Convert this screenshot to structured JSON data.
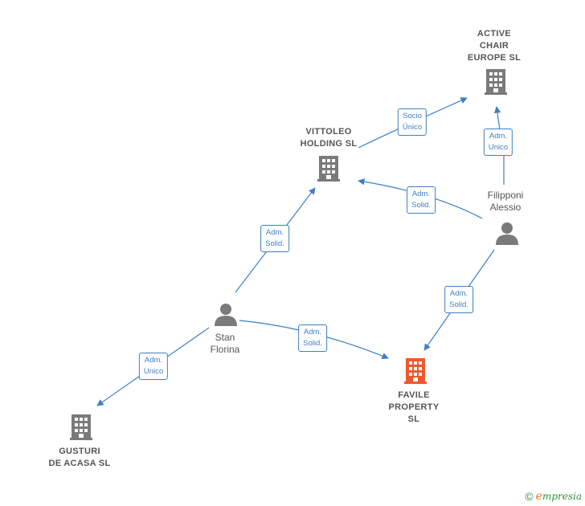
{
  "colors": {
    "edge": "#3d7fc4",
    "icon": "#7a7a7a",
    "highlight": "#f0582b",
    "label": "#555555"
  },
  "nodes": {
    "active_chair": {
      "label": "ACTIVE\nCHAIR\nEUROPE  SL",
      "icon": "building-icon"
    },
    "vittoleo": {
      "label": "VITTOLEO\nHOLDING  SL",
      "icon": "building-icon"
    },
    "filipponi": {
      "label": "Filipponi\nAlessio",
      "icon": "person-icon"
    },
    "stan": {
      "label": "Stan\nFlorina",
      "icon": "person-icon"
    },
    "favile": {
      "label": "FAVILE\nPROPERTY\nSL",
      "icon": "building-icon"
    },
    "gusturi": {
      "label": "GUSTURI\nDE ACASA  SL",
      "icon": "building-icon"
    }
  },
  "edges": {
    "vittoleo_active": "Socio\nÚnico",
    "filipponi_active": "Adm.\nUnico",
    "filipponi_vittoleo": "Adm.\nSolid.",
    "stan_vittoleo": "Adm.\nSolid.",
    "filipponi_favile": "Adm.\nSolid.",
    "stan_favile": "Adm.\nSolid.",
    "stan_gusturi": "Adm.\nUnico"
  },
  "footer": {
    "copyright": "©",
    "brand_initial": "e",
    "brand_rest": "mpresia"
  }
}
